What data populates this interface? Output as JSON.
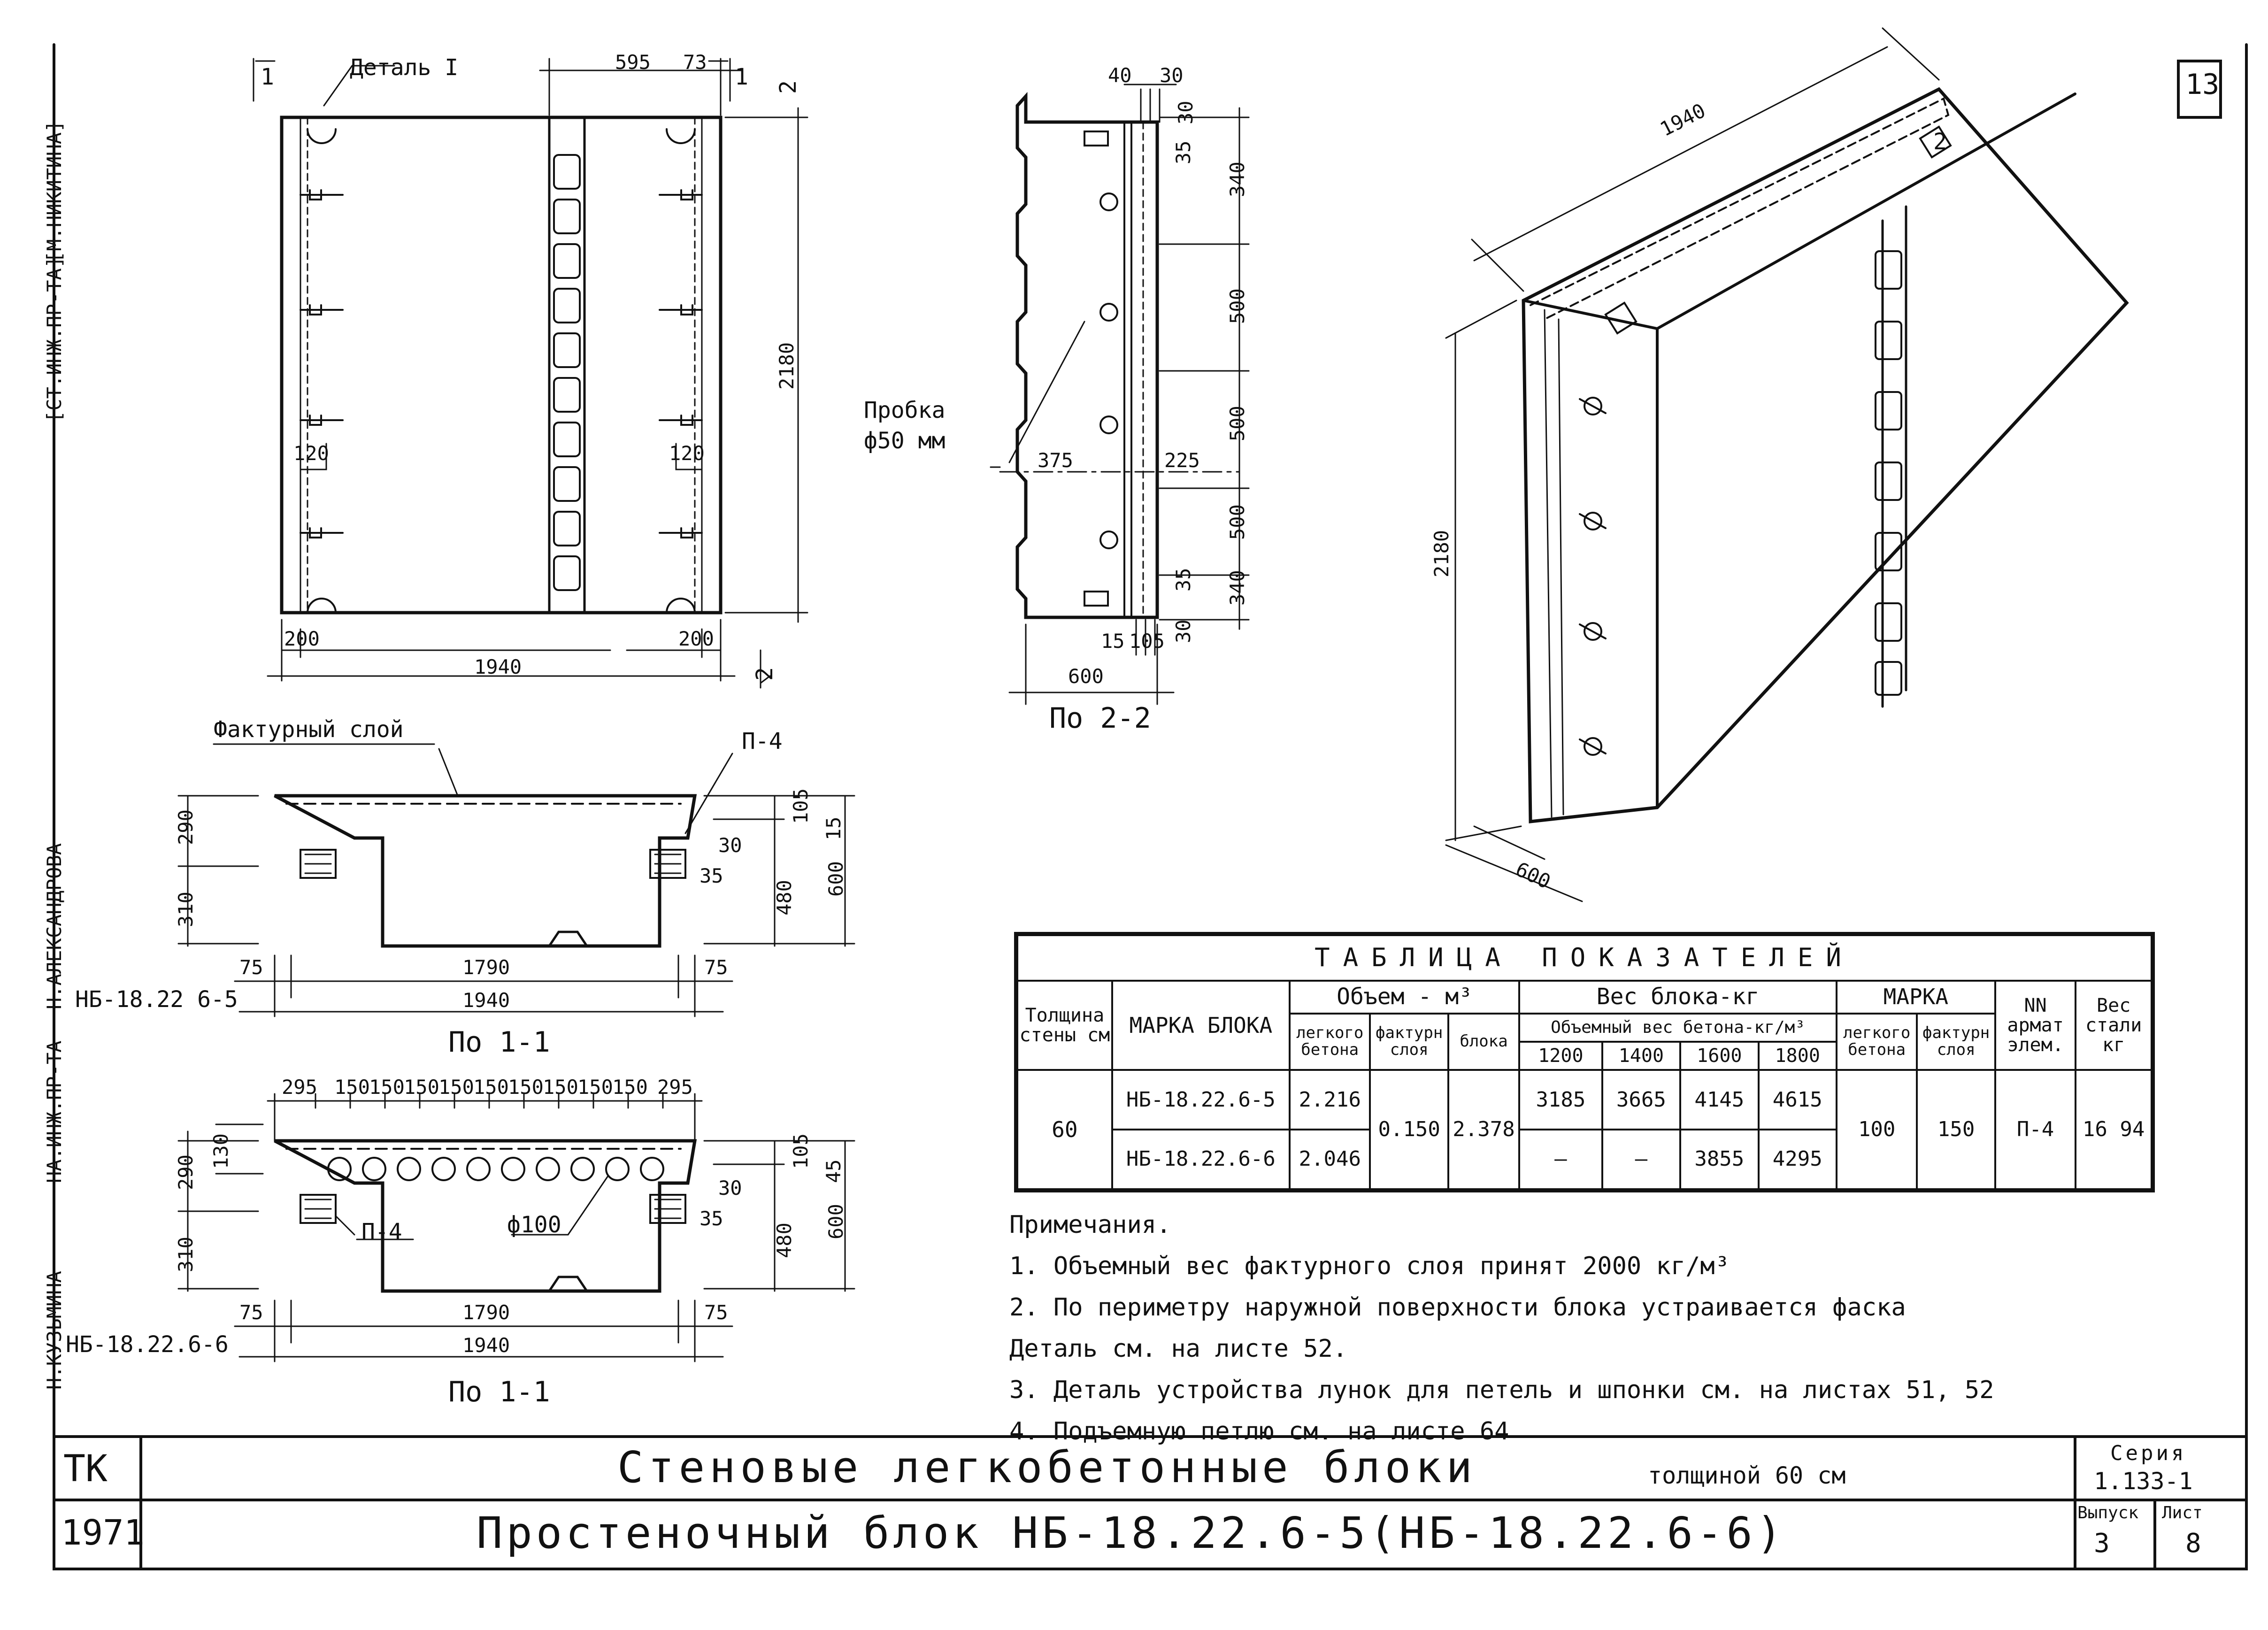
{
  "sheet_number": "13",
  "side_stamp": [
    "[СТ.ИНЖ.ПР-ТА]",
    "[М.НИКИТИНА]",
    "Н.АЛЕКСАНДРОВА",
    "НА.ИНЖ.ПР-ТА",
    "Н.КУЗЬМИНА"
  ],
  "plan_view": {
    "section_mark_left": "1",
    "section_mark_right": "1",
    "detail_label": "Деталь I",
    "section_mark_top": "2",
    "section_mark_bottom": "2",
    "dims": {
      "top_595": "595",
      "top_73": "73",
      "height": "2180",
      "inset_left": "120",
      "inset_right": "120",
      "bottom_left": "200",
      "bottom_right": "200",
      "overall": "1940"
    }
  },
  "section_2_2": {
    "dims": {
      "d40": "40",
      "d30_top": "30",
      "d30_top_b": "30",
      "d35_top": "35",
      "v340_top": "340",
      "v500_a": "500",
      "v500_b": "500",
      "v500_c": "500",
      "v340_bottom": "340",
      "d35_bottom": "35",
      "d30_bottom": "30",
      "h375": "375",
      "h225": "225",
      "d15": "15",
      "d105": "105",
      "width": "600"
    },
    "plug_label": "Пробка",
    "plug_size": "ф50 мм",
    "caption": "По 2-2"
  },
  "isometric": {
    "dim_length": "1940",
    "dim_height": "2180",
    "dim_depth": "600",
    "marker": "2"
  },
  "section_1_1_a": {
    "layer_label": "Фактурный слой",
    "loop_label": "П-4",
    "dims": {
      "v290": "290",
      "v310": "310",
      "v105": "105",
      "v15": "15",
      "v30": "30",
      "v35": "35",
      "v480": "480",
      "v600": "600",
      "h75_left": "75",
      "h1790": "1790",
      "h75_right": "75",
      "h1940": "1940"
    },
    "block_label": "НБ-18.22 6-5",
    "caption": "По 1-1"
  },
  "section_1_1_b": {
    "top_dims": [
      "295",
      "150",
      "150",
      "150",
      "150",
      "150",
      "150",
      "150",
      "150",
      "150",
      "295"
    ],
    "dims": {
      "v130": "130",
      "v290": "290",
      "v310": "310",
      "v105": "105",
      "v45": "45",
      "v30": "30",
      "v35": "35",
      "v480": "480",
      "v600": "600",
      "h75_left": "75",
      "h1790": "1790",
      "h75_right": "75",
      "h1940": "1940"
    },
    "loop_label": "П-4",
    "hole_label": "ф100",
    "block_label": "НБ-18.22.6-6",
    "caption": "По 1-1"
  },
  "table": {
    "title": "ТАБЛИЦА ПОКАЗАТЕЛЕЙ",
    "h_thickness": "Толщина стены см",
    "h_mark": "МАРКА БЛОКА",
    "h_volume": "Объем - м³",
    "h_vol_light": "легкого бетона",
    "h_vol_face": "фактурн слоя",
    "h_vol_block": "блока",
    "h_weight": "Вес блока-кг",
    "h_weight_sub": "Объемный вес бетона-кг/м³",
    "densities": [
      "1200",
      "1400",
      "1600",
      "1800"
    ],
    "h_grade": "МАРКА",
    "h_grade_light": "легкого бетона",
    "h_grade_face": "фактурн слоя",
    "h_arm": "NN армат элем.",
    "h_steel": "Вес стали кг",
    "thickness": "60",
    "face_volume": "0.150",
    "block_volume": "2.378",
    "grade_light": "100",
    "grade_face": "150",
    "arm": "П-4",
    "steel": "16 94",
    "rows": [
      {
        "mark": "НБ-18.22.6-5",
        "vol_light": "2.216",
        "w": [
          "3185",
          "3665",
          "4145",
          "4615"
        ]
      },
      {
        "mark": "НБ-18.22.6-6",
        "vol_light": "2.046",
        "w": [
          "—",
          "—",
          "3855",
          "4295"
        ]
      }
    ]
  },
  "notes": {
    "heading": "Примечания.",
    "items": [
      "1. Объемный вес фактурного слоя принят 2000 кг/м³",
      "2. По периметру наружной поверхности блока устраивается фаска",
      "    Деталь см. на листе 52.",
      "3. Деталь устройства лунок для петель и шпонки см. на листах 51, 52",
      "4. Подъемную петлю см. на листе 64"
    ]
  },
  "title_block": {
    "tk": "ТК",
    "year": "1971",
    "title_main": "Стеновые легкобетонные блоки",
    "title_suffix": "толщиной 60 см",
    "subtitle": "Простеночный блок НБ-18.22.6-5(НБ-18.22.6-6)",
    "series_label": "Серия",
    "series_value": "1.133-1",
    "issue_label": "Выпуск",
    "issue_value": "3",
    "sheet_label": "Лист",
    "sheet_value": "8"
  }
}
